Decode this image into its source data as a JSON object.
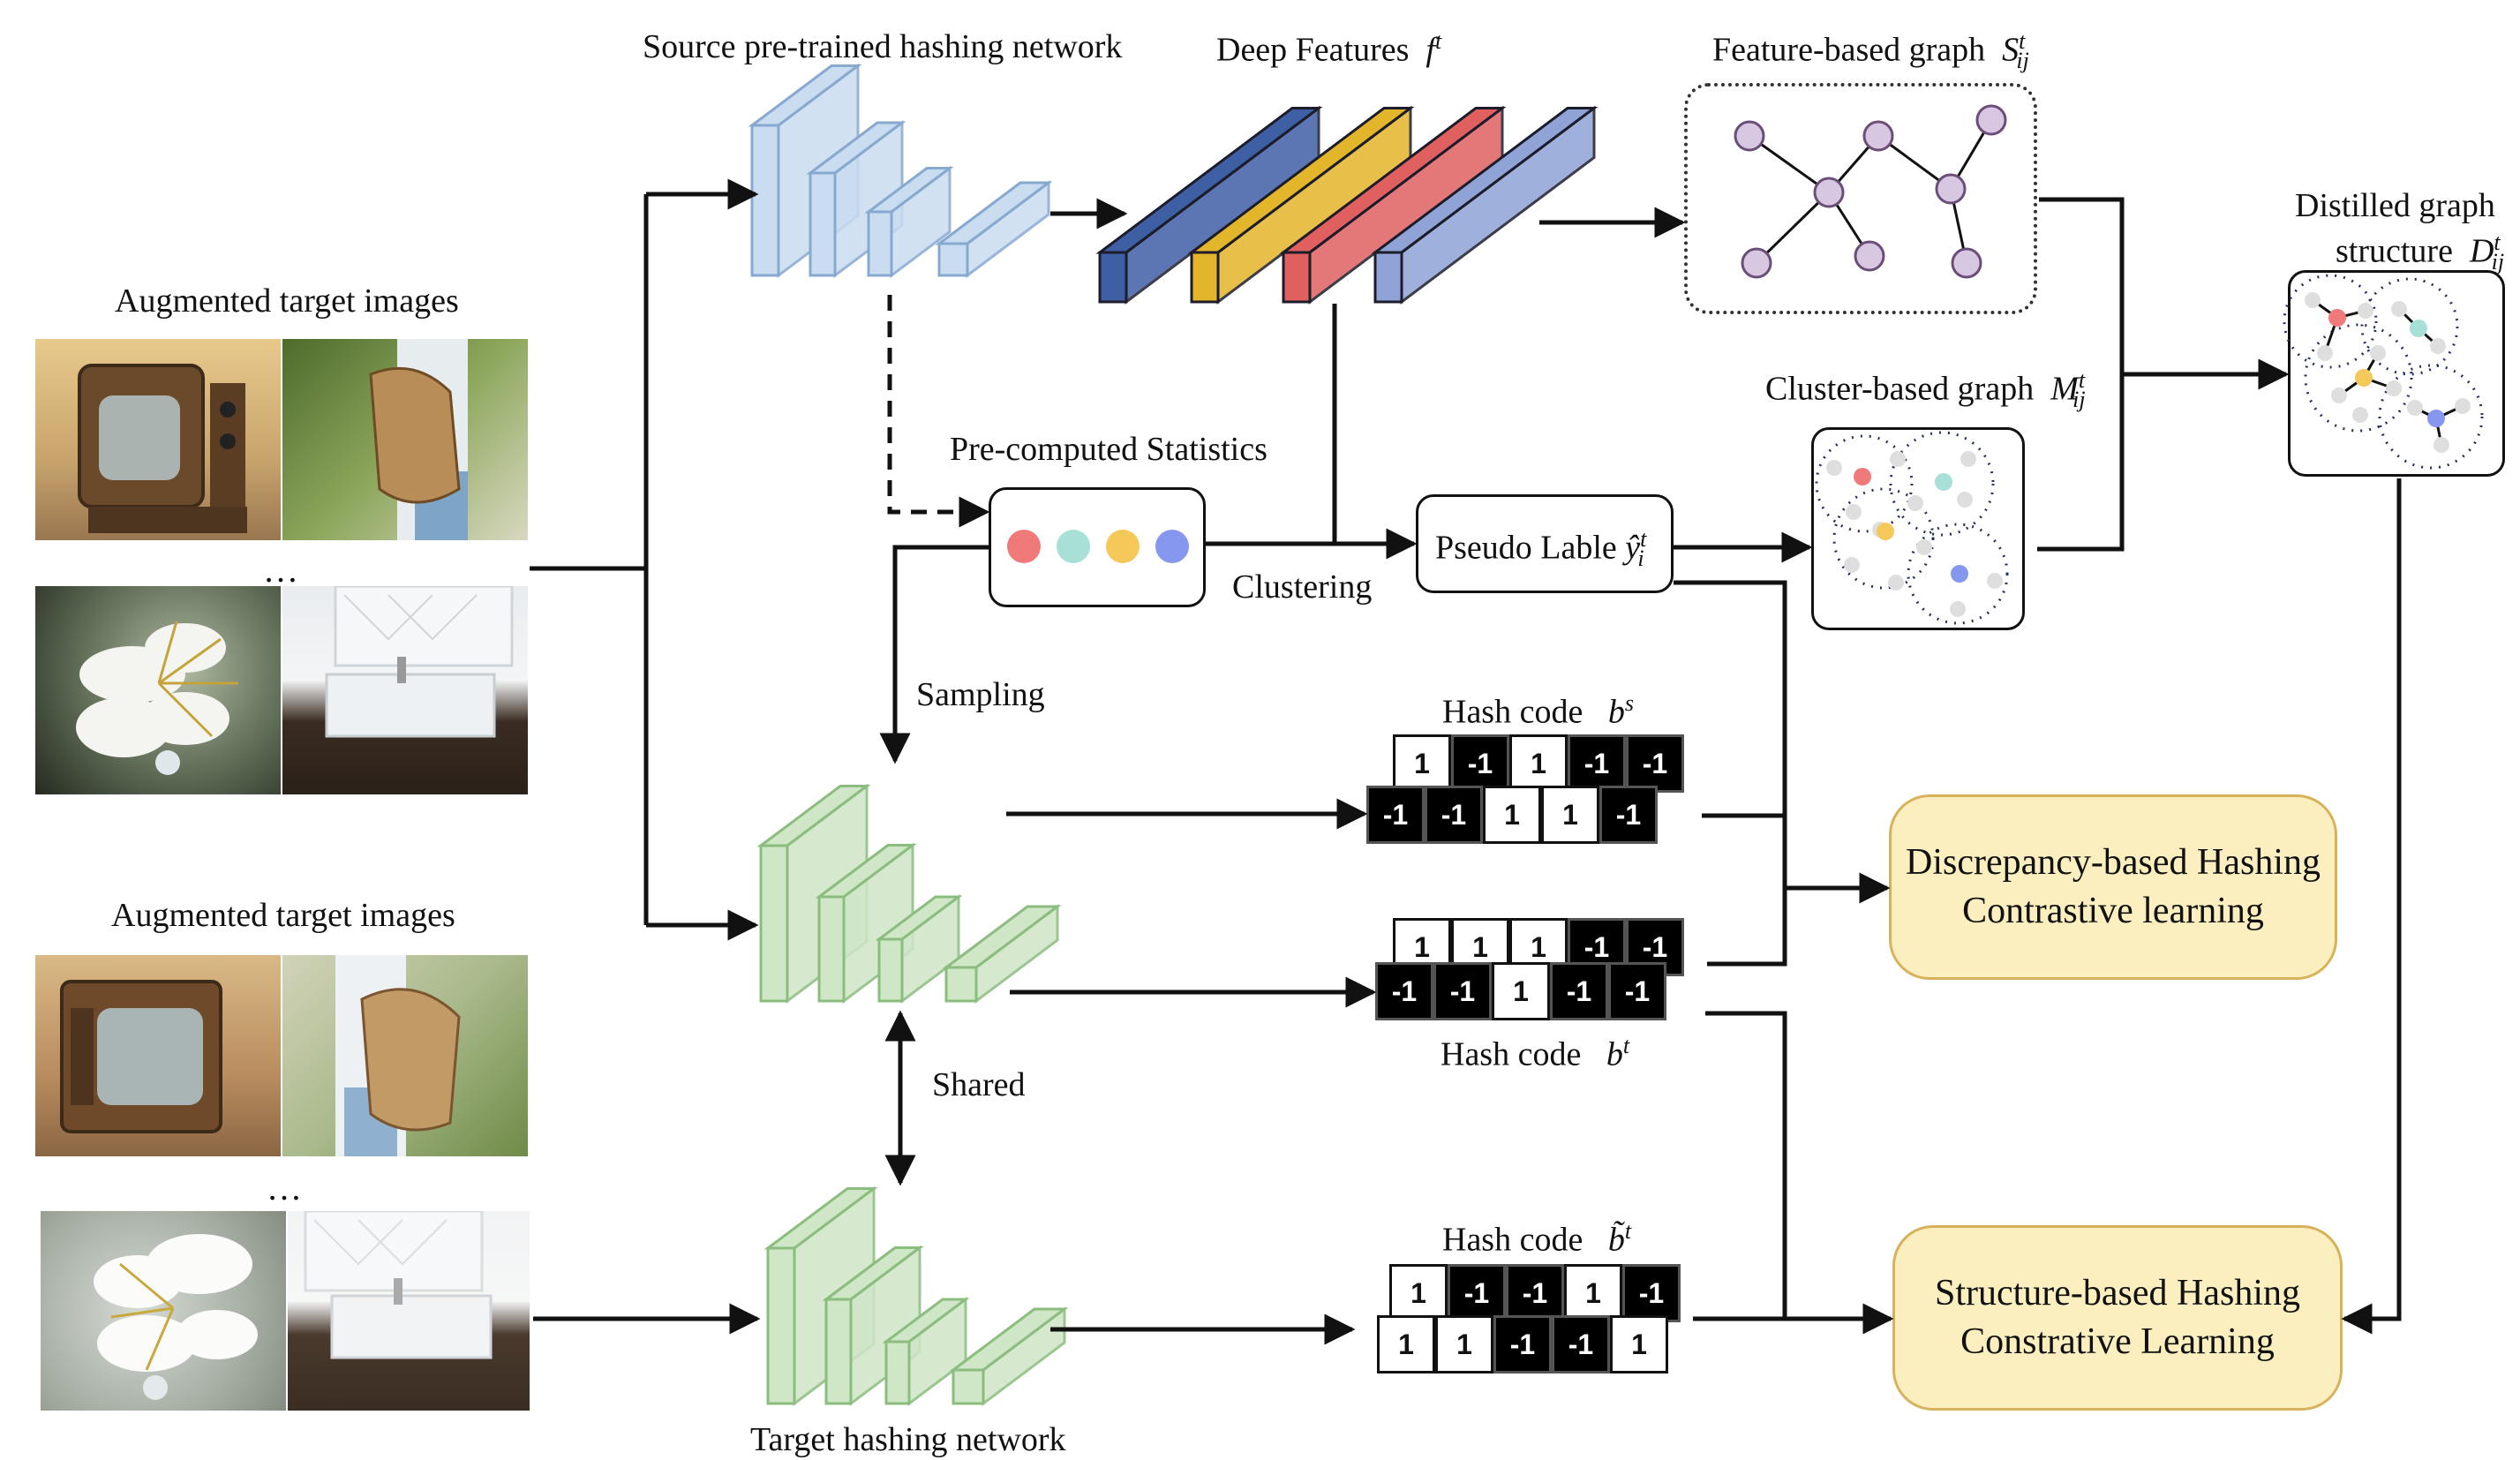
{
  "labels": {
    "augmented_top": "Augmented target images",
    "augmented_bottom": "Augmented target images",
    "ellipsis": "…",
    "source_net": "Source pre-trained hashing network",
    "deep_features": "Deep Features",
    "deep_features_sym": "f",
    "deep_features_sup": "t",
    "feature_graph": "Feature-based graph",
    "feature_graph_sym": "S",
    "feature_graph_sup": "t",
    "feature_graph_sub": "ij",
    "distilled_l1": "Distilled graph",
    "distilled_l2": "structure",
    "distilled_sym": "D",
    "distilled_sup": "t",
    "distilled_sub": "ij",
    "cluster_graph": "Cluster-based graph",
    "cluster_graph_sym": "M",
    "cluster_graph_sup": "t",
    "cluster_graph_sub": "ij",
    "precomputed": "Pre-computed Statistics",
    "clustering": "Clustering",
    "sampling": "Sampling",
    "pseudo_label": "Pseudo Lable",
    "pseudo_label_sym": "ŷ",
    "pseudo_label_sup": "t",
    "pseudo_label_sub": "i",
    "hash_bs": "Hash code",
    "hash_bs_sym": "b",
    "hash_bs_sup": "s",
    "hash_bt": "Hash code",
    "hash_bt_sym": "b",
    "hash_bt_sup": "t",
    "hash_btilde": "Hash code",
    "hash_btilde_sym": "b̃",
    "hash_btilde_sup": "t",
    "shared": "Shared",
    "target_net": "Target hashing network",
    "loss1_l1": "Discrepancy-based Hashing",
    "loss1_l2": "Contrastive learning",
    "loss2_l1": "Structure-based Hashing",
    "loss2_l2": "Constrative Learning"
  },
  "hash_codes": {
    "bs_back": [
      "1",
      "-1",
      "1",
      "-1",
      "-1"
    ],
    "bs_front": [
      "-1",
      "-1",
      "1",
      "1",
      "-1"
    ],
    "bt_back": [
      "1",
      "1",
      "1",
      "-1",
      "-1"
    ],
    "bt_front": [
      "-1",
      "-1",
      "1",
      "-1",
      "-1"
    ],
    "btilde_back": [
      "1",
      "-1",
      "-1",
      "1",
      "-1"
    ],
    "btilde_front": [
      "1",
      "1",
      "-1",
      "-1",
      "1"
    ]
  },
  "colors": {
    "source_net": "#c9dcf0",
    "target_net": "#cfe6c7",
    "feature_blue": "#3f5fa5",
    "feature_yellow": "#e3b52a",
    "feature_red": "#e06060",
    "feature_lavender": "#8fa3d6",
    "node": "#d7c7e0",
    "stat_red": "#f07a7a",
    "stat_teal": "#a8e0d8",
    "stat_yellow": "#f5c85a",
    "stat_blue": "#8597ee",
    "loss_fill": "#fcefbf",
    "loss_border": "#d7b25b"
  }
}
